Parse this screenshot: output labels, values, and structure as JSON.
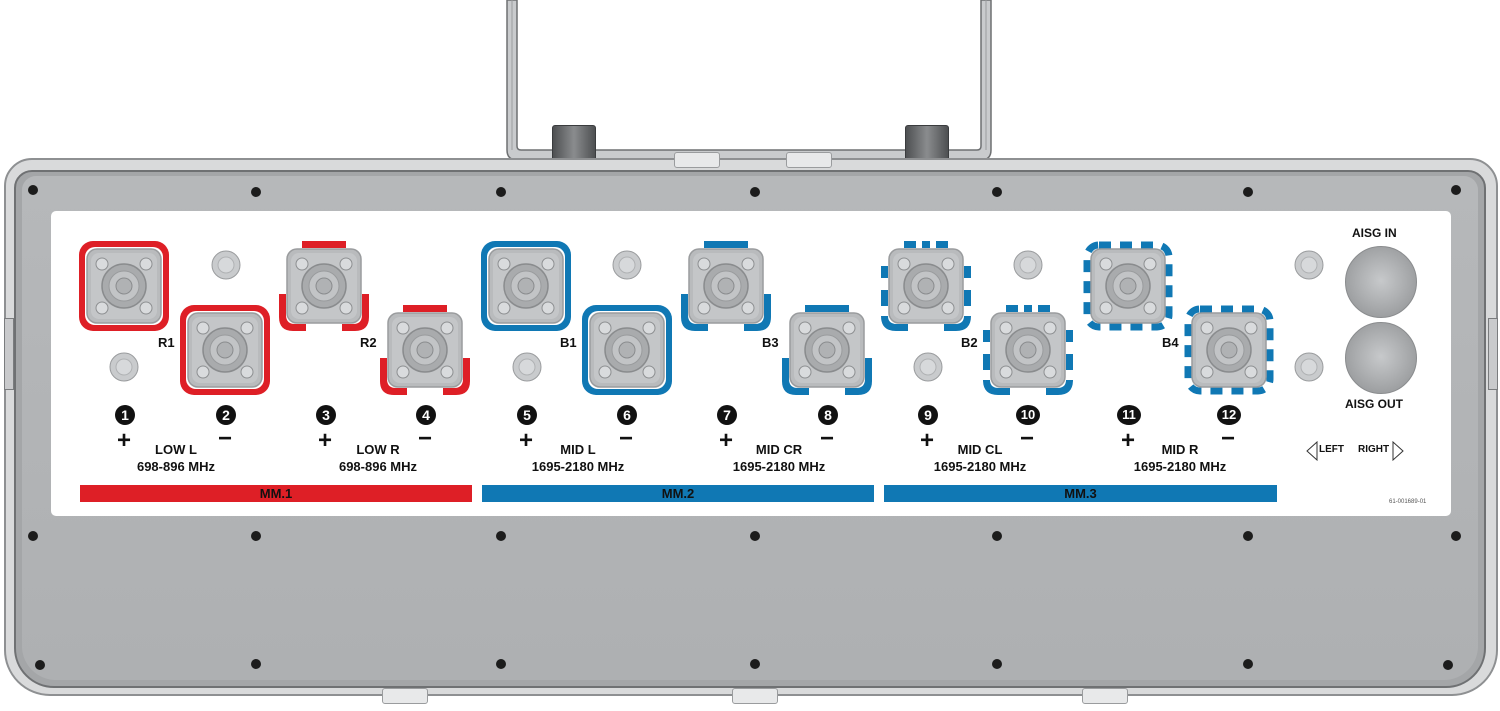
{
  "panel": {
    "aisg_in": "AISG IN",
    "aisg_out": "AISG OUT",
    "left": "LEFT",
    "right": "RIGHT",
    "part_number": "61-001689-01"
  },
  "colors": {
    "red": "#de1f26",
    "blue": "#1078b4",
    "housing": "#a4a6a8",
    "panel": "#ffffff"
  },
  "arrays": [
    {
      "marker": "R1",
      "style": "solid",
      "color": "red"
    },
    {
      "marker": "R2",
      "style": "partial",
      "color": "red"
    },
    {
      "marker": "B1",
      "style": "solid",
      "color": "blue"
    },
    {
      "marker": "B3",
      "style": "partial",
      "color": "blue"
    },
    {
      "marker": "B2",
      "style": "dashed-partial",
      "color": "blue"
    },
    {
      "marker": "B4",
      "style": "dashed",
      "color": "blue"
    }
  ],
  "ports": [
    {
      "number": "1",
      "polarity": "+"
    },
    {
      "number": "2",
      "polarity": "−"
    },
    {
      "number": "3",
      "polarity": "+"
    },
    {
      "number": "4",
      "polarity": "−"
    },
    {
      "number": "5",
      "polarity": "+"
    },
    {
      "number": "6",
      "polarity": "−"
    },
    {
      "number": "7",
      "polarity": "+"
    },
    {
      "number": "8",
      "polarity": "−"
    },
    {
      "number": "9",
      "polarity": "+"
    },
    {
      "number": "10",
      "polarity": "−"
    },
    {
      "number": "11",
      "polarity": "+"
    },
    {
      "number": "12",
      "polarity": "−"
    }
  ],
  "bands": [
    {
      "name": "LOW L",
      "freq": "698-896 MHz"
    },
    {
      "name": "LOW R",
      "freq": "698-896 MHz"
    },
    {
      "name": "MID L",
      "freq": "1695-2180 MHz"
    },
    {
      "name": "MID CR",
      "freq": "1695-2180 MHz"
    },
    {
      "name": "MID CL",
      "freq": "1695-2180 MHz"
    },
    {
      "name": "MID R",
      "freq": "1695-2180 MHz"
    }
  ],
  "modules": [
    {
      "label": "MM.1",
      "color": "#de1f26"
    },
    {
      "label": "MM.2",
      "color": "#1078b4"
    },
    {
      "label": "MM.3",
      "color": "#1078b4"
    }
  ]
}
